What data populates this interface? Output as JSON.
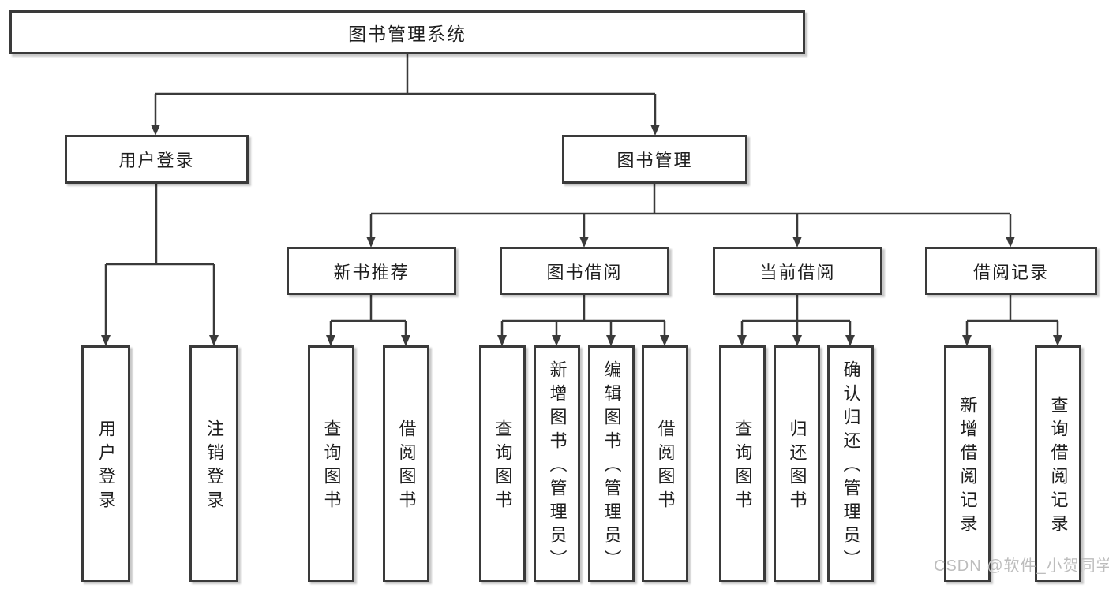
{
  "diagram": {
    "title": "图书管理系统",
    "level2": {
      "user_login": "用户登录",
      "book_mgmt": "图书管理"
    },
    "level3": {
      "new_book_rec": "新书推荐",
      "book_borrow": "图书借阅",
      "current_borrow": "当前借阅",
      "borrow_record": "借阅记录"
    },
    "leaves": {
      "user_login_login": "用户登录",
      "user_login_logout": "注销登录",
      "rec_query_book": "查询图书",
      "rec_borrow_book": "借阅图书",
      "bb_query_book": "查询图书",
      "bb_add_book": "新增图书（管理员）",
      "bb_edit_book": "编辑图书（管理员）",
      "bb_borrow_book": "借阅图书",
      "cb_query_book": "查询图书",
      "cb_return_book": "归还图书",
      "cb_confirm_return": "确认归还（管理员）",
      "br_add_record": "新增借阅记录",
      "br_query_record": "查询借阅记录"
    }
  },
  "watermark": "CSDN @软件_小贺同学",
  "colors": {
    "line": "#3a3a3a",
    "text": "#1e1e1e",
    "watermark": "#bdbdbd",
    "background": "#ffffff"
  }
}
